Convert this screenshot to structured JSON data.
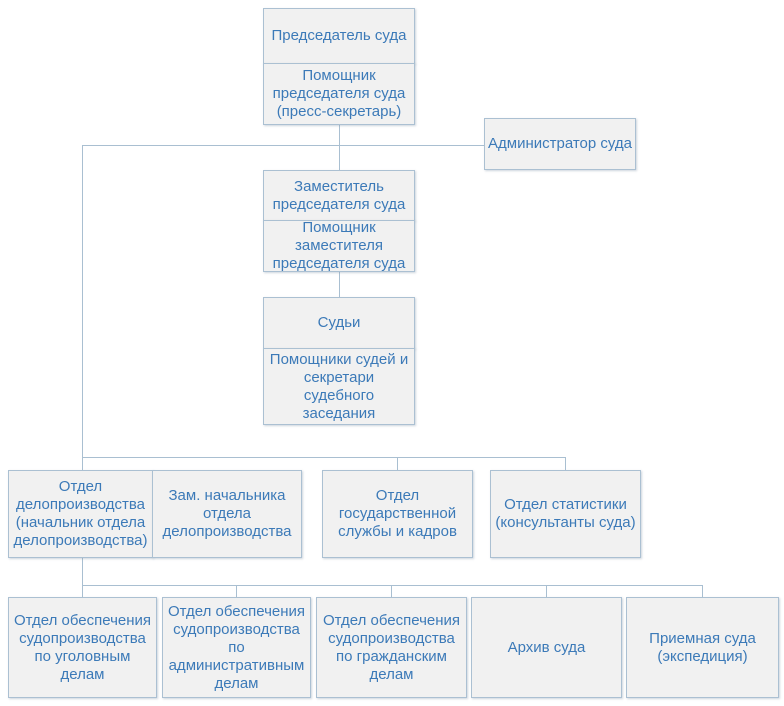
{
  "diagram": {
    "type": "org-chart",
    "language": "ru",
    "colors": {
      "background": "#ffffff",
      "box_fill": "#f1f1f1",
      "box_border": "#abc0d2",
      "text": "#3c7ab8",
      "connector": "#a9bfd1"
    }
  },
  "nodes": {
    "chairman": "Председатель суда",
    "chairman_assistant": "Помощник\nпредседателя суда\n(пресс-секретарь)",
    "administrator": "Администратор суда",
    "deputy": "Заместитель\nпредседателя суда",
    "deputy_assistant": "Помощник\nзаместителя\nпредседателя суда",
    "judges": "Судьи",
    "judges_assistants": "Помощники судей и\nсекретари\nсудебного\nзаседания",
    "records_dept": "Отдел\nделопроизводства\n(начальник отдела\nделопроизводства)",
    "records_deputy_head": "Зам. начальника\nотдела\nделопроизводства",
    "civil_service_dept": "Отдел\nгосударственной\nслужбы и кадров",
    "statistics_dept": "Отдел статистики\n(консультанты суда)",
    "criminal_dept": "Отдел обеспечения\nсудопроизводства\nпо уголовным\nделам",
    "administrative_dept": "Отдел обеспечения\nсудопроизводства\nпо\nадминистративным\nделам",
    "civil_dept": "Отдел обеспечения\nсудопроизводства\nпо гражданским\nделам",
    "archive": "Архив суда",
    "reception": "Приемная суда\n(экспедиция)"
  }
}
